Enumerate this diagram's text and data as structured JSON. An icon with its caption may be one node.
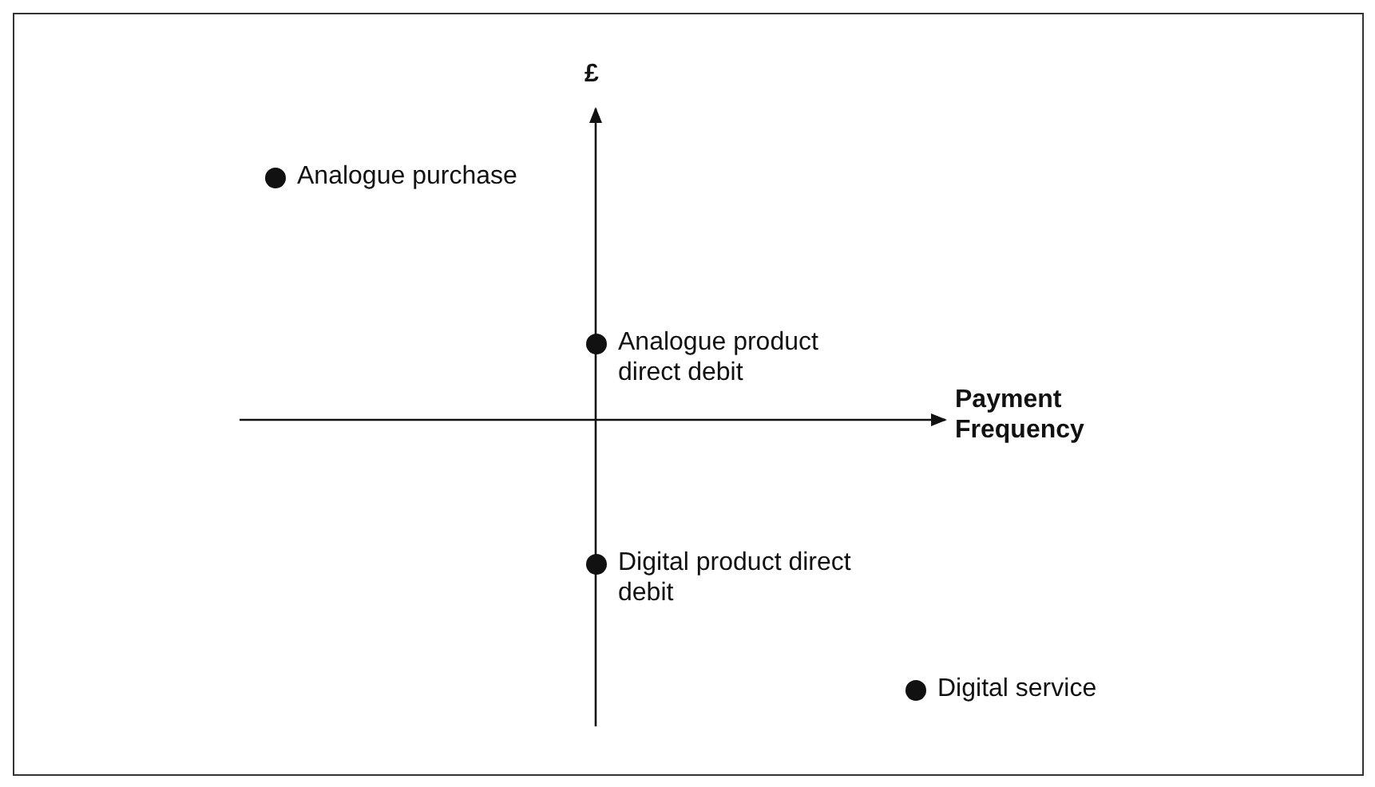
{
  "diagram": {
    "nodes": [
      {
        "text": [],
        "shape": "circle",
        "beside": [
          "Analogue purchase"
        ]
      },
      {
        "text": [],
        "shape": "circle",
        "beside": [
          "Analogue product direct debit"
        ]
      },
      {
        "text": [],
        "shape": "circle",
        "beside": [
          "Digital product direct debit"
        ]
      },
      {
        "text": [],
        "shape": "circle",
        "beside": [
          "Digital service"
        ]
      }
    ],
    "edges": [],
    "labels": [
      "£",
      "Payment Frequency"
    ]
  }
}
